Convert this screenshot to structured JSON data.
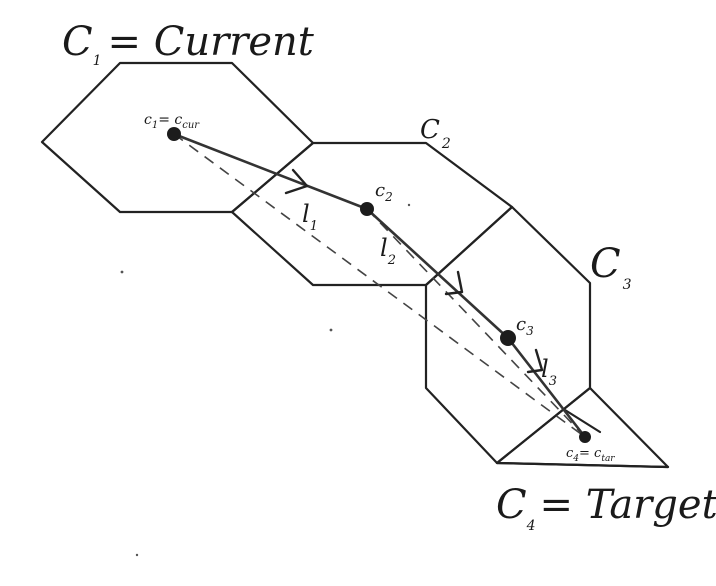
{
  "cells": {
    "c1_label": "C",
    "c1_sub": "1",
    "c1_suffix": "= Current",
    "c2_label": "C",
    "c2_sub": "2",
    "c3_label": "C",
    "c3_sub": "3",
    "c4_label": "C",
    "c4_sub": "4",
    "c4_suffix": "= Target"
  },
  "points": {
    "p1_main": "c",
    "p1_sub": "1",
    "p1_rest": "= c",
    "p1_rest_sub": "cur",
    "p2_main": "c",
    "p2_sub": "2",
    "p3_main": "c",
    "p3_sub": "3",
    "p4_main": "c",
    "p4_sub": "4",
    "p4_rest": "= c",
    "p4_rest_sub": "tar"
  },
  "segments": {
    "l1_main": "l",
    "l1_sub": "1",
    "l2_main": "l",
    "l2_sub": "2",
    "l3_main": "l",
    "l3_sub": "3"
  }
}
